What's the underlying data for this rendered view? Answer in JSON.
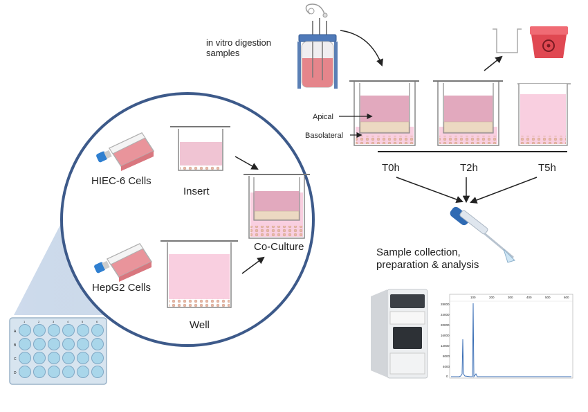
{
  "labels": {
    "digestion_samples": [
      "in vitro digestion",
      "samples"
    ],
    "apical": "Apical",
    "basolateral": "Basolateral",
    "timepoints": [
      "T0h",
      "T2h",
      "T5h"
    ],
    "sample_collection": [
      "Sample collection,",
      "preparation & analysis"
    ],
    "hiec6": "HIEC-6 Cells",
    "hepg2": "HepG2 Cells",
    "insert": "Insert",
    "well": "Well",
    "coculture": "Co-Culture"
  },
  "plate": {
    "row_letters": [
      "A",
      "B",
      "C",
      "D"
    ],
    "column_numbers": [
      "1",
      "2",
      "3",
      "4",
      "5",
      "6"
    ]
  },
  "chromatogram": {
    "x_ticks": [
      "100",
      "200",
      "300",
      "400",
      "500",
      "600"
    ],
    "y_ticks": [
      "28000",
      "24000",
      "20000",
      "16000",
      "12000",
      "8000",
      "4000",
      "0"
    ]
  },
  "colors": {
    "apical_medium": "#e2a9be",
    "basolateral_medium": "#f9cfe0",
    "cells": "#ecd9c2",
    "circle_border": "#3d5a8a",
    "trace": "#3b6fb6",
    "flask_cap": "#2f7fd0",
    "biohazard_bin": "#e04852"
  }
}
